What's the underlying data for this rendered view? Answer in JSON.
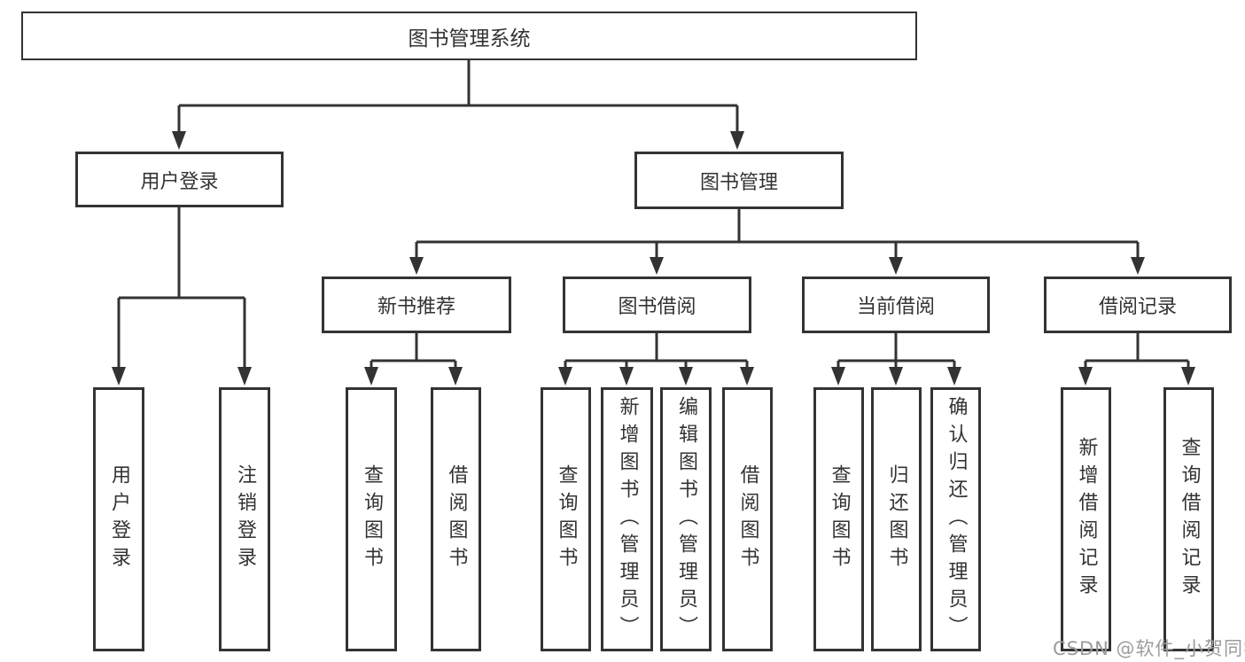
{
  "root": {
    "label": "图书管理系统"
  },
  "level2": [
    {
      "label": "用户登录"
    },
    {
      "label": "图书管理"
    }
  ],
  "level3": [
    {
      "label": "新书推荐"
    },
    {
      "label": "图书借阅"
    },
    {
      "label": "当前借阅"
    },
    {
      "label": "借阅记录"
    }
  ],
  "leaves": {
    "login": [
      "用户登录",
      "注销登录"
    ],
    "newbook": [
      "查询图书",
      "借阅图书"
    ],
    "borrow": [
      "查询图书",
      "新增图书（管理员）",
      "编辑图书（管理员）",
      "借阅图书"
    ],
    "current": [
      "查询图书",
      "归还图书",
      "确认归还（管理员）"
    ],
    "records": [
      "新增借阅记录",
      "查询借阅记录"
    ]
  },
  "watermark": "CSDN @软件_小贺同学",
  "colors": {
    "line": "#333333",
    "box_border": "#333333",
    "text": "#333333",
    "watermark": "#9c9c9c",
    "background": "#ffffff"
  }
}
